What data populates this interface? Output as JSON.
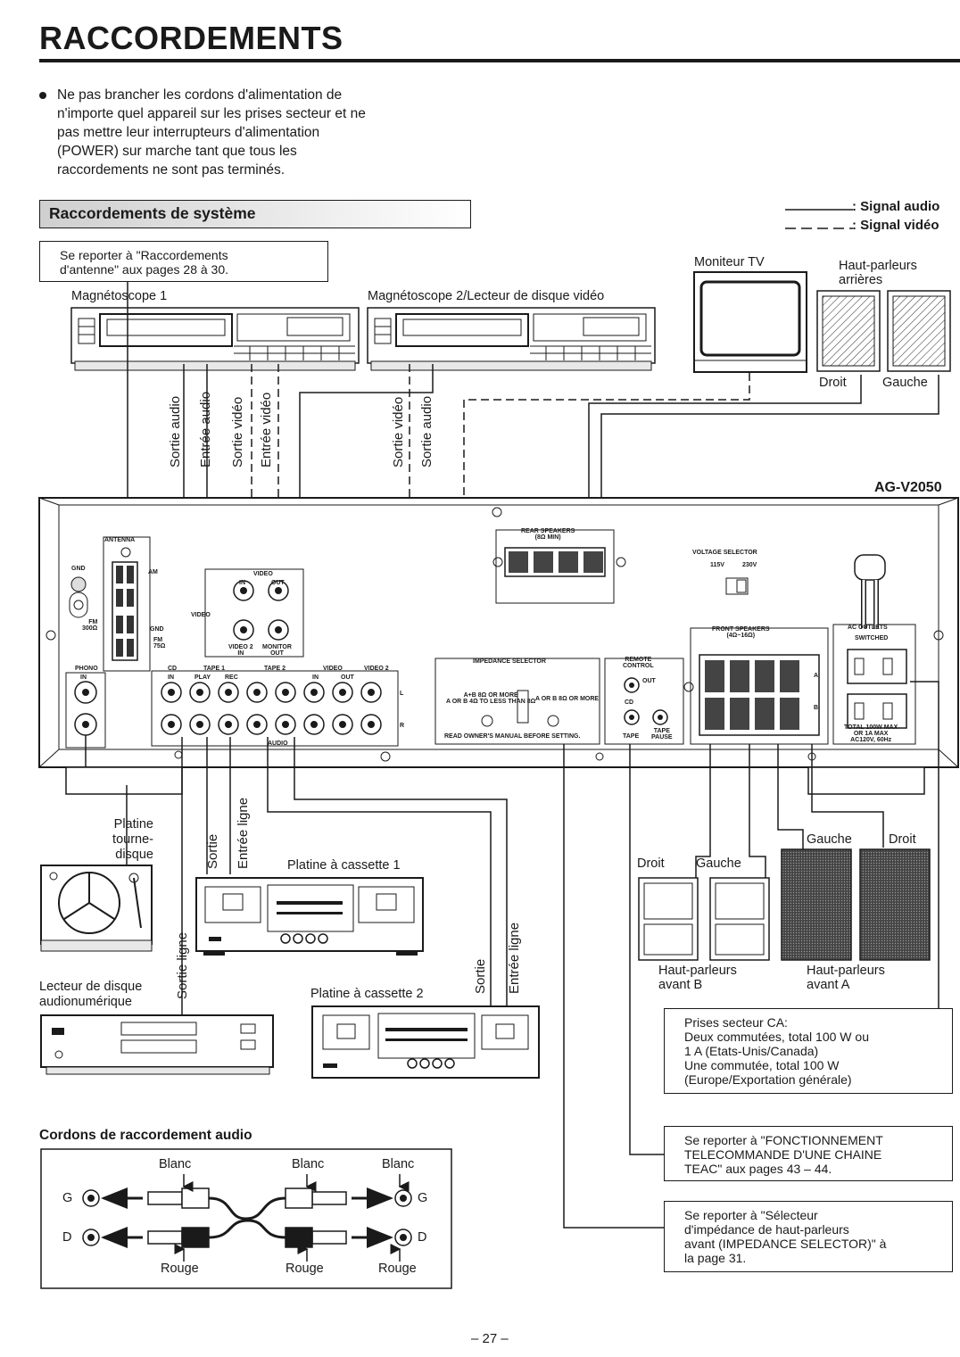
{
  "page": {
    "title": "RACCORDEMENTS",
    "warning": "Ne pas brancher les cordons d'alimentation de\nn'importe quel appareil sur les prises secteur et ne\npas mettre leur interrupteurs d'alimentation\n(POWER) sur marche tant que tous les\nraccordements ne sont pas terminés.",
    "page_number": "– 27 –"
  },
  "section": {
    "title": "Raccordements de système"
  },
  "legend": {
    "audio": ": Signal audio",
    "video": ": Signal vidéo"
  },
  "notes": {
    "antenna": "Se reporter à \"Raccordements\nd'antenne\" aux pages 28 à 30.",
    "outlets": "Prises secteur CA:\nDeux commutées, total 100 W ou\n1 A (Etats-Unis/Canada)\nUne commutée, total 100 W\n(Europe/Exportation générale)",
    "remote": "Se reporter à \"FONCTIONNEMENT\nTELECOMMANDE D'UNE CHAINE\nTEAC\" aux pages 43 – 44.",
    "impedance": "Se reporter à \"Sélecteur\nd'impédance de haut-parleurs\navant (IMPEDANCE SELECTOR)\" à\nla page 31."
  },
  "devices": {
    "vcr1": "Magnétoscope 1",
    "vcr2": "Magnétoscope 2/Lecteur de disque vidéo",
    "monitor": "Moniteur TV",
    "rear_speakers": "Haut-parleurs\narrières",
    "rear_right": "Droit",
    "rear_left": "Gauche",
    "model": "AG-V2050",
    "turntable": "Platine\ntourne-\ndisque",
    "cassette1": "Platine à cassette 1",
    "cassette2": "Platine à cassette 2",
    "cd": "Lecteur de disque\naudionumérique",
    "front_b": "Haut-parleurs\navant B",
    "front_a": "Haut-parleurs\navant A",
    "front_b_right": "Droit",
    "front_b_left": "Gauche",
    "front_a_left": "Gauche",
    "front_a_right": "Droit"
  },
  "cable_labels": {
    "vcr1_audio_out": "Sortie audio",
    "vcr1_audio_in": "Entrée audio",
    "vcr1_video_out": "Sortie vidéo",
    "vcr1_video_in": "Entrée vidéo",
    "vcr2_video_out": "Sortie vidéo",
    "vcr2_audio_out": "Sortie audio",
    "tape1_out": "Sortie",
    "tape1_line_in": "Entrée ligne",
    "cd_line_out": "Sortie ligne",
    "tape2_out": "Sortie",
    "tape2_line_in": "Entrée ligne"
  },
  "panel": {
    "antenna": "ANTENNA",
    "am": "AM",
    "fm300": "FM\n300Ω",
    "fm75": "FM\n75Ω",
    "gnd": "GND",
    "gnd2": "GND",
    "phono": "PHONO",
    "phono_in": "IN",
    "video": "VIDEO",
    "video_side": "VIDEO",
    "video_in": "IN",
    "video_out": "OUT",
    "video2_in": "VIDEO 2\nIN",
    "monitor_out": "MONITOR\nOUT",
    "cd": "CD",
    "cd_in": "IN",
    "tape1": "TAPE 1",
    "tape2": "TAPE 2",
    "video1": "VIDEO",
    "video2": "VIDEO 2",
    "play": "PLAY",
    "rec": "REC",
    "vin": "IN",
    "vout": "OUT",
    "audio": "AUDIO",
    "l": "L",
    "r": "R",
    "rear_speakers": "REAR SPEAKERS\n(8Ω MIN)",
    "voltage_selector": "VOLTAGE SELECTOR",
    "v115": "115V",
    "v230": "230V",
    "front_speakers": "FRONT SPEAKERS\n(4Ω~16Ω)",
    "a": "A",
    "b": "B",
    "ac_outlets": "AC OUTLETS",
    "switched": "SWITCHED",
    "total": "TOTAL 100W MAX\nOR 1A MAX\nAC120V, 60Hz",
    "impedance_selector": "IMPEDANCE SELECTOR",
    "imp_left": "A+B 8Ω OR MORE\nA OR B 4Ω TO LESS THAN 8Ω",
    "imp_right": "A OR B 8Ω OR MORE",
    "imp_read": "READ OWNER'S MANUAL BEFORE SETTING.",
    "remote_control": "REMOTE\nCONTROL",
    "remote_out": "OUT",
    "remote_cd": "CD",
    "remote_tape": "TAPE",
    "remote_tape_pause": "TAPE\nPAUSE"
  },
  "cords": {
    "title": "Cordons de raccordement audio",
    "white1": "Blanc",
    "white2": "Blanc",
    "white3": "Blanc",
    "red1": "Rouge",
    "red2": "Rouge",
    "red3": "Rouge",
    "g_left": "G",
    "d_left": "D",
    "g_right": "G",
    "d_right": "D"
  }
}
